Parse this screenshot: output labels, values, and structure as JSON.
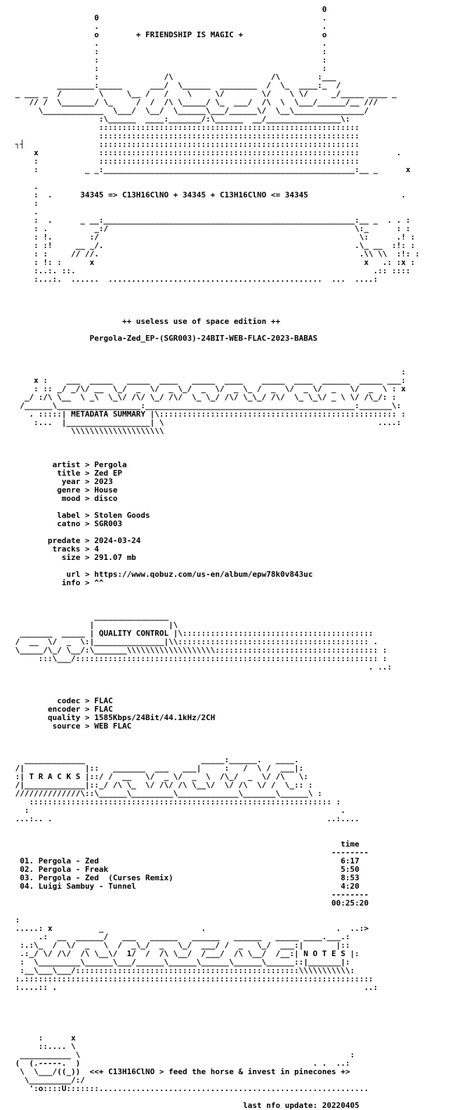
{
  "nfo": {
    "lines": [
      "                                                                   0",
      "                  0                                                .",
      "                  .                                                .",
      "                  o        + FRIENDSHIP IS MAGIC +                 o",
      "                  .                                                .",
      "                  :                                                :",
      "                  :                                                :",
      "                  :                                                :",
      "                  :              /\\                     /\\        :___",
      "          ________:_____      ___/  \\______  ________  /  \\_  ____:_  /",
      " _ ___ _  /        \\     \\__ /   /    \\     \\/        \\/    \\ \\/     _/_____ ____ _",
      "    // /  \\_______/ \\_     /  /  /\\ \\_____/ \\_  ___/  /\\  \\  \\___/______/__ ///",
      "      \\_____________  \\___/  \\__/  \\______\\___/______\\/  \\__\\_______________/",
      "                   :\\______  ____:_______/:\\______  __/________________\\:",
      "                   ::::::::::::::::::::::::::::::::::::::::::::::::::::::::",
      "                   ::::::::::::::::::::::::::::::::::::::::::::::::::::::::",
      " ┐┤                ::::::::::::::::::::::::::::::::::::::::::::::::::::::::",
      "     x             ::::::::::::::::::::::::::::::::::::::::::::::::::::::::        .",
      "     :             ::::::::::::::::::::::::::::::::::::::::::::::::::::::::",
      "     :          _ _:______________________________________________________:__ _      x",
      "",
      "     .",
      "     :  .      34345 => C13H16ClNO + 34345 + C13H16ClNO <= 34345                    .",
      "     :",
      "     .",
      "     :  .      _ __:______________________________________________________:__ _  . . :",
      "     : .          _:/                                                     \\:_      : :",
      "     : !.        :/                                                        \\:      .! :",
      "     : :!     __ _/.                                                      .\\_ __  :!: :",
      "     : :     // //.                                                        .\\\\ \\\\  :!: :",
      "     : !: :      x                                                          x   .: :x :",
      "     :..:. ::.                                                                .:: ::::",
      "     :...:.  ......  ..............................................  ...  ....:",
      "",
      "",
      "",
      "",
      "                        ++ useless use of space edition ++",
      "",
      "                 Pergola-Zed_EP-(SGR003)-24BIT-WEB-FLAC-2023-BABAS",
      "",
      "",
      "",
      "                                                                                    :",
      "     x :    ___  _____   _____  ____   _____  ____    _____  ____  ______  _____ ___:",
      "     : :: _/ _/\\/ __  \\_/  _  \\/  _ \\_/  _  \\/  _ \\_ /  _  \\/  _ \\/  _   \\/  _  \\ : x",
      "   _/ :/\\ \\__  \\ _\\  \\_\\/ /\\/ \\_/ /\\/  \\_ \\_/ /\\/ \\_\\_/ /\\/  \\_ \\_\\/ _ \\ \\/ /\\_/: :",
      "  /______\\__________________:_____________________________________________:_______\\:",
      "    . :::::| METADATA SUMMARY |\\::::::::::::::::::::::::::::::::::::::::::::::::::: :",
      "     :...  |__________________| \\                                              ....:",
      "             \\\\\\\\\\\\\\\\\\\\\\\\\\\\\\\\\\\\\\\\",
      "",
      "",
      "",
      "         artist > Pergola",
      "          title > Zed EP",
      "           year > 2023",
      "          genre > House",
      "           mood > disco",
      "",
      "          label > Stolen Goods",
      "          catno > SGR003",
      "",
      "        predate > 2024-03-24",
      "         tracks > 4",
      "           size > 291.07 mb",
      "",
      "            url > https://www.qobuz.com/us-en/album/epw78k0v843uc",
      "           info > ^^",
      "",
      "",
      "",
      "                  ________________",
      "                 |                |\\",
      "  _______  _____ | QUALITY CONTROL |\\:::::::::::::::::::::::::::::::::::::::::",
      " /  __  \\/  _  \\:|_______________|\\\\::::::::::::::::::::::::::::::::::::::::: .",
      " \\_____/\\_/ \\__/:\\_______\\\\\\\\\\\\\\\\\\\\\\\\\\\\\\\\\\\\\\::::::::::::::::::::::::::::::::::: :",
      "      :::\\___/::::::::::::::::::::::::::::::::::::::::::::::::::::::::::::::::: :",
      "                                                                             . ..:",
      "",
      "",
      "",
      "          codec > FLAC",
      "        encoder > FLAC",
      "        quality > 1585Kbps/24Bit/44.1kHz/2CH",
      "         source > WEB FLAC",
      "",
      "",
      "",
      "   _____________                         _____:______.   ____.",
      " /|             |::   _______  ___   ___|     :   /  \\ /  ___|:",
      " :| T R A C K S |::/ /  __   \\/  _ \\/  _  \\  /\\_/  _  \\/ /\\   \\:",
      " /|_____________|::_/ /\\ \\_  \\/ /\\/ /\\ \\__\\/  \\/ /\\  \\/ /  \\_:: :",
      " //////////////\\::\\______\\_________\\_____________\\_______\\______\\ :",
      "    ::::::::::::::::::::::::::::::::::::::::::::::::::::::::::::::::: :",
      "   :                                                                   .",
      " ...:.. .                                                           ..:....",
      "",
      "",
      "                                                                       time",
      "                                                                     --------",
      "  01. Pergola - Zed                                                    6:17",
      "  02. Pergola - Freak                                                  5:50",
      "  03. Pergola - Zed  (Curses Remix)                                    8:53",
      "  04. Luigi Sambuy - Tunnel                                            4:20",
      "                                                                     --------",
      "                                                                     00:25:20",
      "",
      " :",
      " .....: x          _                     .                            .  ..:>",
      "      .:  __  ______/   ___   ______   ______   ______   _____ ____.___.:",
      "  :.:\\_  /  \\/  _   \\  /  _\\_/  _   \\_/  ___/ /  _   \\_/  ___:|       |::",
      "  .:_/ \\/ /\\/  /\\ \\__\\/  1/  /  /\\ \\__/  /___/  /\\ \\__/  /__:| N O T E S |:",
      "  :  \\_________\\______\\___/______\\______\\______\\______\\______::|_______|:",
      "  :__\\___\\___/::::::::::::::::::::::::::::::::::::::::::::::::\\\\\\\\\\\\\\\\\\\\\\:",
      " :.:::::::::::::::::::::::::::::::::::::::::::::::::::::::::::::::::::::::::::",
      " :....:: .                                                                  ..:",
      "",
      "",
      "",
      "",
      "",
      "      :      x",
      "      ::.... \\",
      "  ___________ \\                                                          :",
      " (  (.-----.  )                                                  . .  ..:",
      "  \\  \\___/((_))  <<+ C13H16ClNO > feed the horse & invest in pinecones +>",
      "   \\_________/:/",
      "    ':o::::U:::::::..........................................................",
      "",
      "                                                  last nfo update: 20220405"
    ]
  }
}
